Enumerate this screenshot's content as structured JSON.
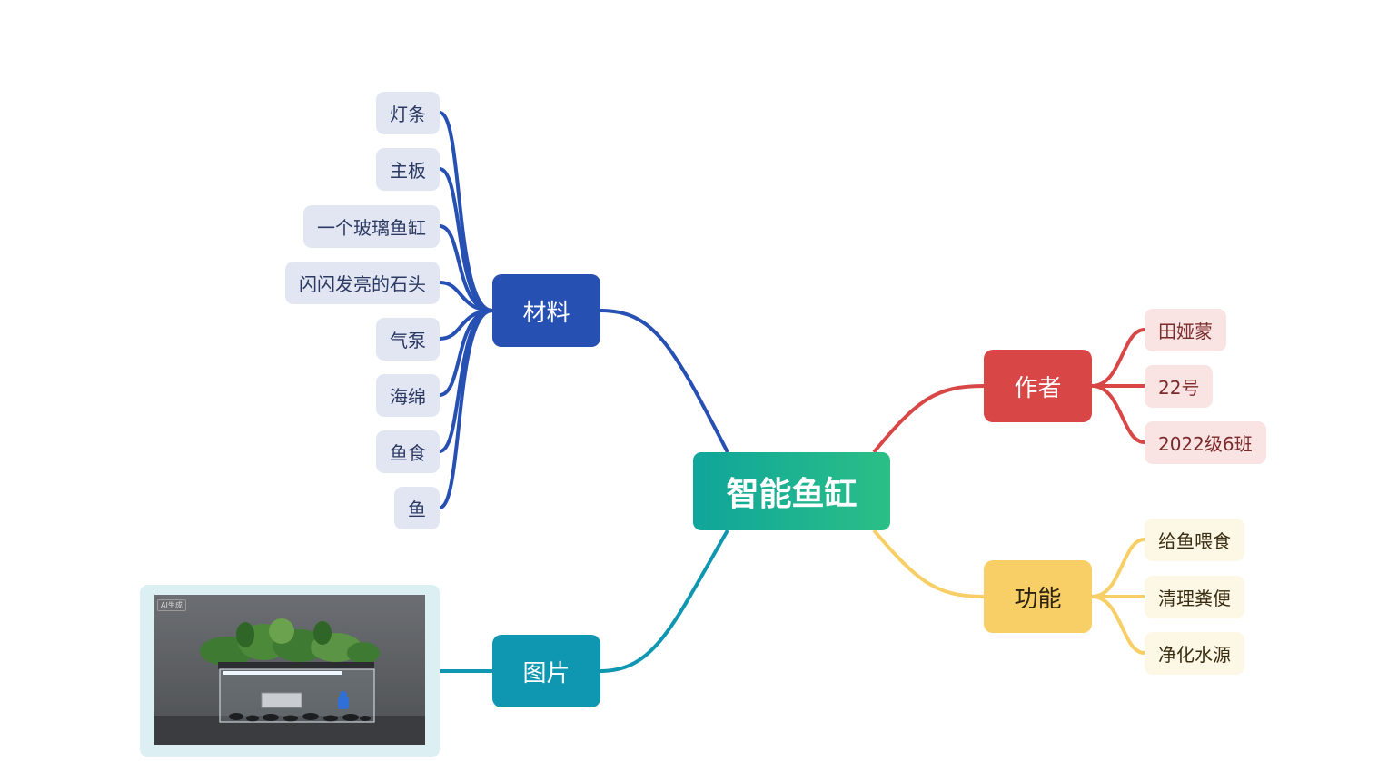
{
  "diagram": {
    "root": {
      "label": "智能鱼缸"
    },
    "branches": {
      "materials": {
        "label": "材料",
        "color": "#2650b2",
        "items": [
          "灯条",
          "主板",
          "一个玻璃鱼缸",
          "闪闪发亮的石头",
          "气泵",
          "海绵",
          "鱼食",
          "鱼"
        ]
      },
      "image": {
        "label": "图片",
        "color": "#0f97b2",
        "badge": "AI生成"
      },
      "author": {
        "label": "作者",
        "color": "#d94646",
        "items": [
          "田娅蒙",
          "22号",
          "2022级6班"
        ]
      },
      "function": {
        "label": "功能",
        "color": "#f8cf67",
        "items": [
          "给鱼喂食",
          "清理粪便",
          "净化水源"
        ]
      }
    }
  }
}
